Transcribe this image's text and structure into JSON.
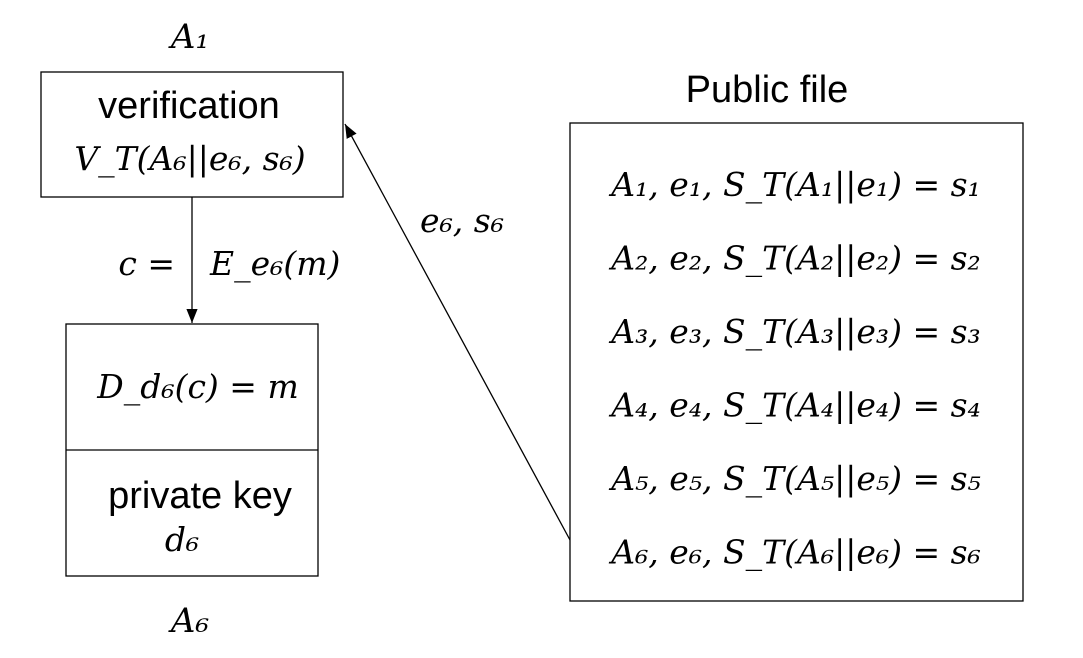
{
  "sender": {
    "label": "A₁",
    "box_title": "verification",
    "formula": "V_T(A₆||e₆, s₆)"
  },
  "receiver": {
    "label": "A₆",
    "decrypt_formula": "D_d₆(c) = m",
    "private_key_title": "private key",
    "private_key_value": "d₆"
  },
  "message_arrow": {
    "left_text": "c =",
    "right_text": "E_e₆(m)"
  },
  "fetch_arrow": {
    "label": "e₆, s₆"
  },
  "public_file": {
    "title": "Public file",
    "entries": [
      "A₁, e₁, S_T(A₁||e₁) = s₁",
      "A₂, e₂, S_T(A₂||e₂) = s₂",
      "A₃, e₃, S_T(A₃||e₃) = s₃",
      "A₄, e₄, S_T(A₄||e₄) = s₄",
      "A₅, e₅, S_T(A₅||e₅) = s₅",
      "A₆, e₆, S_T(A₆||e₆) = s₆"
    ]
  }
}
